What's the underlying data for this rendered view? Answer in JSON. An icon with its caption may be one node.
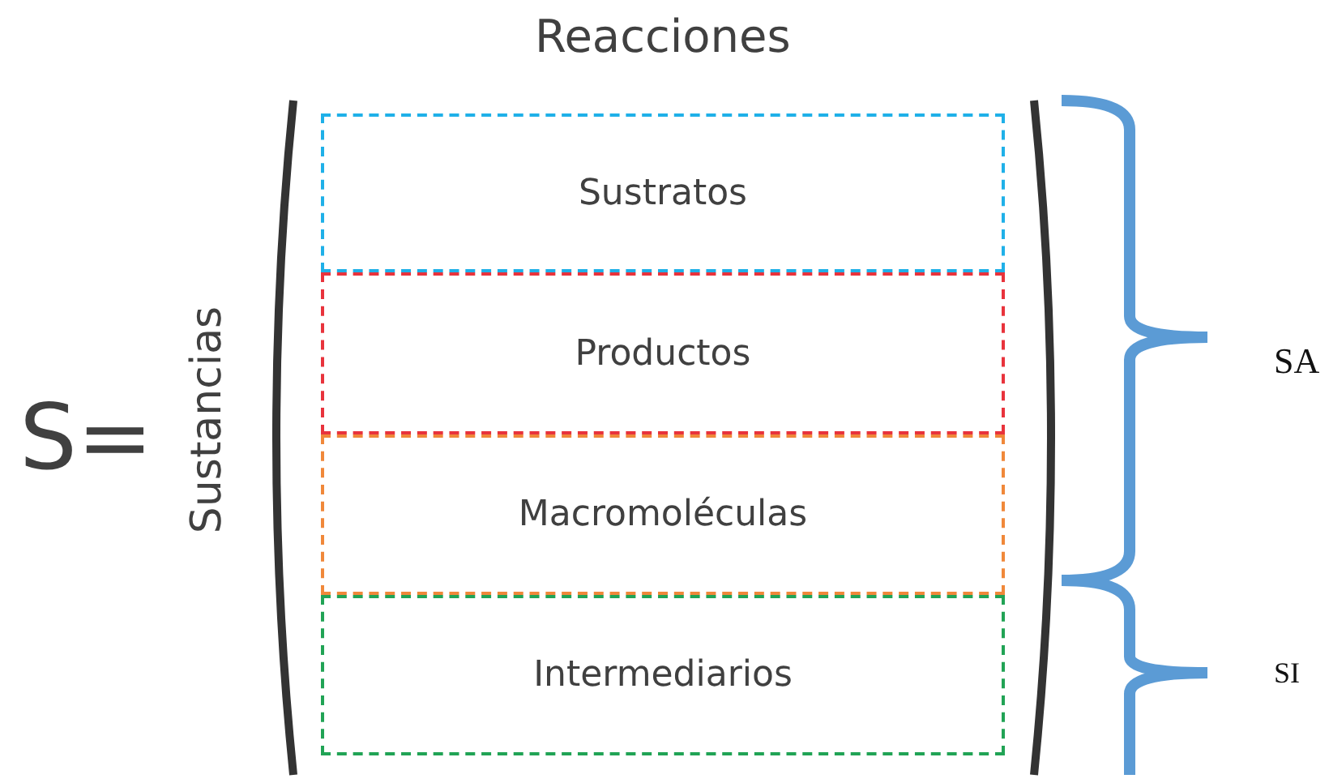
{
  "diagram": {
    "nodes": [
      {
        "text": [
          "Sustratos"
        ]
      },
      {
        "text": [
          "Productos"
        ]
      },
      {
        "text": [
          "Macromoléculas"
        ]
      },
      {
        "text": [
          "Intermediarios"
        ]
      }
    ],
    "labels": [
      "Reacciones",
      "S=",
      "Sustancias",
      "SA",
      "SI"
    ]
  }
}
